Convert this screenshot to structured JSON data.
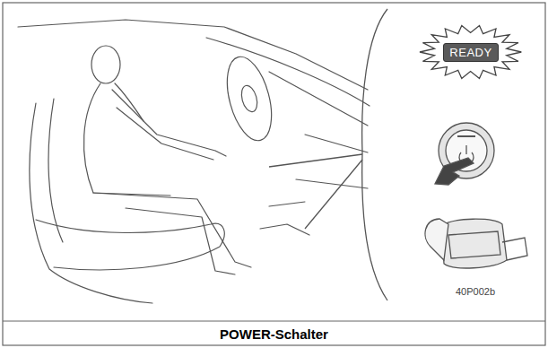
{
  "diagram": {
    "caption": "POWER-Schalter",
    "nodes": [
      {
        "text": [
          "READY"
        ]
      }
    ],
    "labels": [
      "40P002b"
    ]
  }
}
